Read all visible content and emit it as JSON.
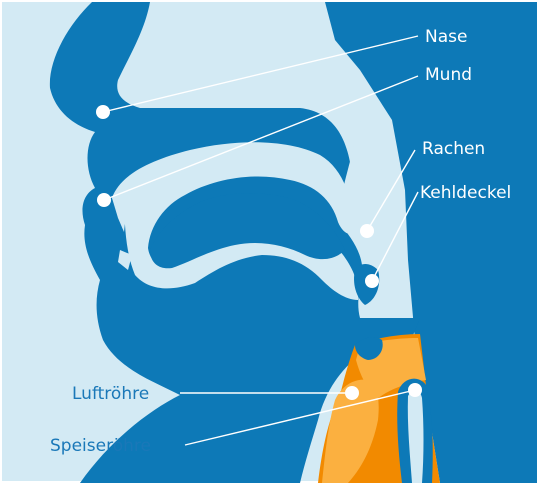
{
  "colors": {
    "background": "#ffffff",
    "air_region": "#d3eaf4",
    "tissue": "#0d79b7",
    "esophagus_orange": "#f28a00",
    "esophagus_light": "#fbb040",
    "label_white": "#ffffff",
    "label_blue": "#1a78b8"
  },
  "labels": {
    "nase": "Nase",
    "mund": "Mund",
    "rachen": "Rachen",
    "kehldeckel": "Kehldeckel",
    "luftroehre": "Luftröhre",
    "speiseroehre": "Speiseröhre"
  }
}
